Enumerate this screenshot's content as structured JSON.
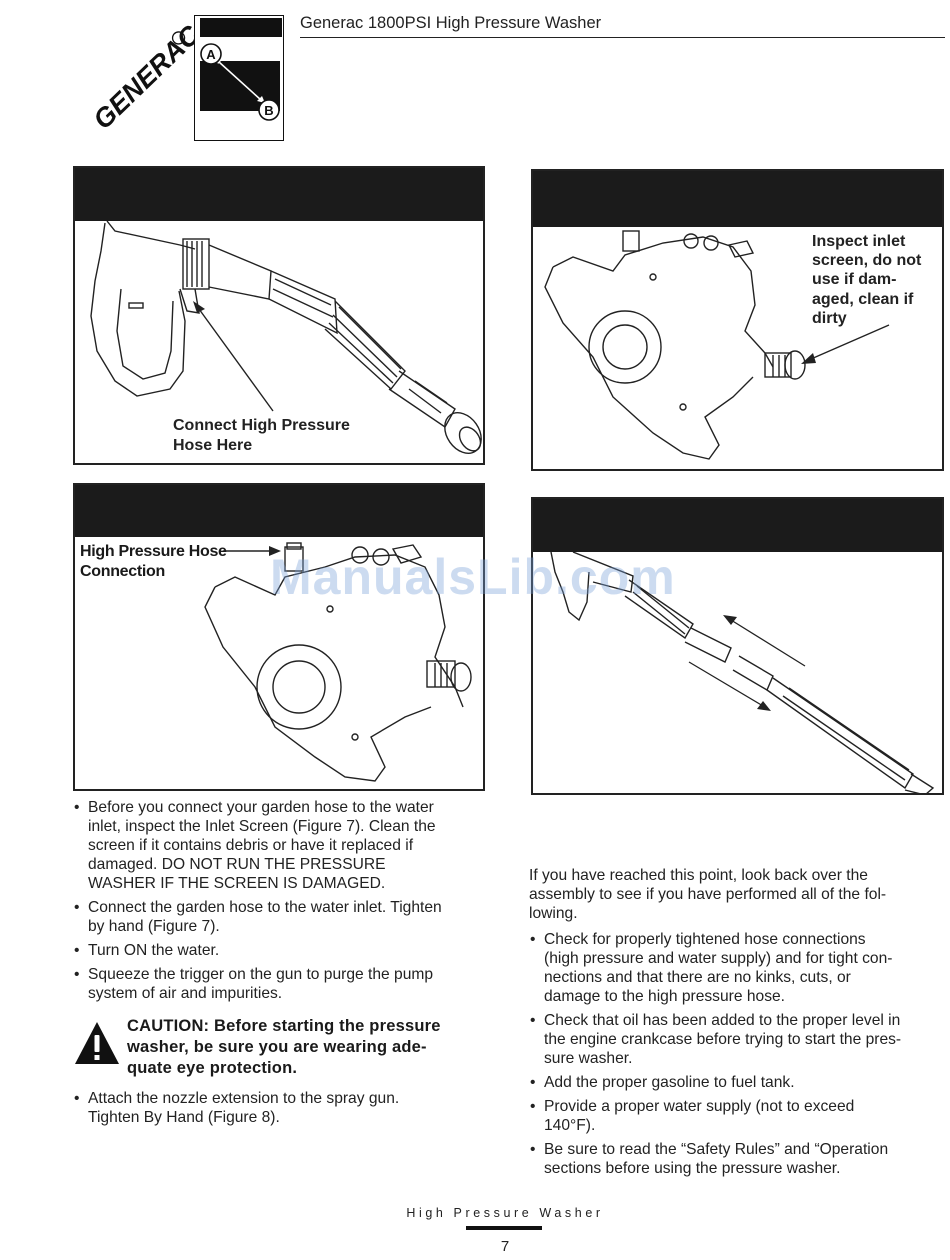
{
  "header": {
    "title": "Generac 1800PSI  High Pressure Washer",
    "logo_text": "GENERAC",
    "index_labels": [
      "A",
      "B"
    ]
  },
  "figure5": {
    "callout": [
      "Connect High Pressure",
      "Hose Here"
    ]
  },
  "figure6": {
    "callout": [
      "High Pressure Hose",
      "Connection"
    ]
  },
  "figure7": {
    "callout": [
      "Inspect inlet",
      "screen, do not",
      "use if dam-",
      "aged, clean if",
      "dirty"
    ]
  },
  "left_bullets": [
    [
      "Before you connect your garden hose to the water",
      "inlet, inspect the Inlet Screen (Figure 7).  Clean the",
      "screen if it contains debris or have it replaced if",
      "damaged.  DO NOT RUN THE PRESSURE",
      "WASHER IF THE SCREEN IS DAMAGED."
    ],
    [
      "Connect the garden hose to the water inlet. Tighten",
      "by hand (Figure 7)."
    ],
    [
      "Turn ON the water."
    ],
    [
      "Squeeze the trigger on the gun to purge the pump",
      "system of air and impurities."
    ]
  ],
  "caution": [
    "CAUTION:  Before starting the pressure",
    "washer, be sure you are wearing ade-",
    "quate eye protection."
  ],
  "left_bullets_after": [
    [
      "Attach the nozzle extension to the spray gun.",
      "Tighten By Hand (Figure 8)."
    ]
  ],
  "right_intro": [
    "If you have reached this point, look back over the",
    "assembly to see if you have performed all of the fol-",
    "lowing."
  ],
  "right_bullets": [
    [
      "Check for properly tightened hose connections",
      "(high pressure and water supply) and for tight con-",
      "nections and that there are no kinks, cuts, or",
      "damage to the high pressure hose."
    ],
    [
      "Check that oil has been added to the proper level in",
      "the engine crankcase before trying to start the pres-",
      "sure washer."
    ],
    [
      "Add the proper gasoline to fuel tank."
    ],
    [
      "Provide a proper water supply (not to exceed",
      "140°F)."
    ],
    [
      "Be sure to read the “Safety Rules” and “Operation",
      "sections before using the pressure washer."
    ]
  ],
  "footer": {
    "title": "High Pressure Washer",
    "page": "7"
  },
  "watermark": "ManualsLib.com"
}
